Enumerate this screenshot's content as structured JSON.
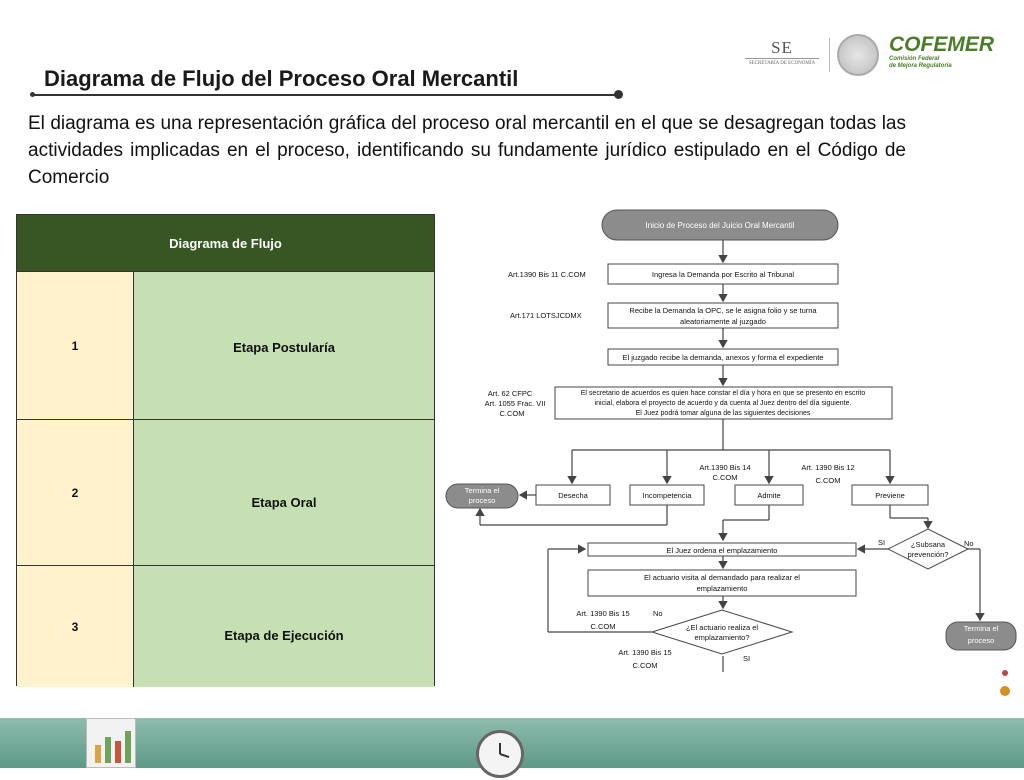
{
  "header": {
    "se_logo": "SE",
    "se_subtitle": "SECRETARÍA DE ECONOMÍA",
    "cofemer_logo": "COFEMER",
    "cofemer_subtitle_1": "Comisión Federal",
    "cofemer_subtitle_2": "de Mejora Regulatoria"
  },
  "title": "Diagrama de Flujo del Proceso Oral Mercantil",
  "description": "El diagrama es una representación gráfica del proceso oral mercantil en el que se desagregan todas las actividades implicadas en el proceso, identificando su fundamente jurídico estipulado en el Código de Comercio",
  "table": {
    "header": "Diagrama de Flujo",
    "rows": [
      {
        "num": "1",
        "stage": "Etapa Postularía"
      },
      {
        "num": "2",
        "stage": "Etapa Oral"
      },
      {
        "num": "3",
        "stage": "Etapa de Ejecución"
      }
    ]
  },
  "flow": {
    "start": "Inicio de Proceso del Juicio Oral Mercantil",
    "ingresa": "Ingresa la Demanda por Escrito al Tribunal",
    "ref_ingresa": "Art.1390 Bis 11 C.COM",
    "recibe_1": "Recibe la Demanda la OPC, se le asigna folio y se turna",
    "recibe_2": "aleatoriamente al juzgado",
    "ref_recibe": "Art.171 LOTSJCDMX",
    "juzgado": "El juzgado recibe la demanda, anexos y forma el expediente",
    "ref_sec_1": "Art. 62 CFPC",
    "ref_sec_2": "Art. 1055 Frac. VII",
    "ref_sec_3": "C.COM",
    "sec_1": "El secretario de acuerdos es quien hace constar el día y hora en que se presento en escrito",
    "sec_2": "inicial, elabora el proyecto de acuerdo y da cuenta al Juez dentro del día siguiente.",
    "sec_3": "El Juez podrá tomar alguna de las siguientes decisiones",
    "ref_admite_1": "Art.1390 Bis 14",
    "ref_admite_2": "C.COM",
    "ref_previene_1": "Art. 1390 Bis 12",
    "ref_previene_2": "C.COM",
    "termina_1": "Termina el",
    "termina_2": "proceso",
    "desecha": "Desecha",
    "incompetencia": "Incompetencia",
    "admite": "Admite",
    "previene": "Previene",
    "emplazamiento": "El Juez ordena el emplazamiento",
    "subsana_1": "¿Subsana",
    "subsana_2": "prevención?",
    "si": "SI",
    "no": "No",
    "actuario_1": "El actuario visita al demandado para realizar el",
    "actuario_2": "emplazamiento",
    "ref_actuario_1": "Art. 1390 Bis 15",
    "ref_actuario_2": "C.COM",
    "realiza_1": "¿El actuario realiza el",
    "realiza_2": "emplazamiento?",
    "ref_realiza_1": "Art. 1390 Bis 15",
    "ref_realiza_2": "C.COM",
    "no_2": "No",
    "si_2": "SI"
  },
  "colors": {
    "table_header": "#375623",
    "num_cell": "#fff2cc",
    "stage_cell": "#c6e0b4",
    "terminal": "#8c8c8c"
  }
}
